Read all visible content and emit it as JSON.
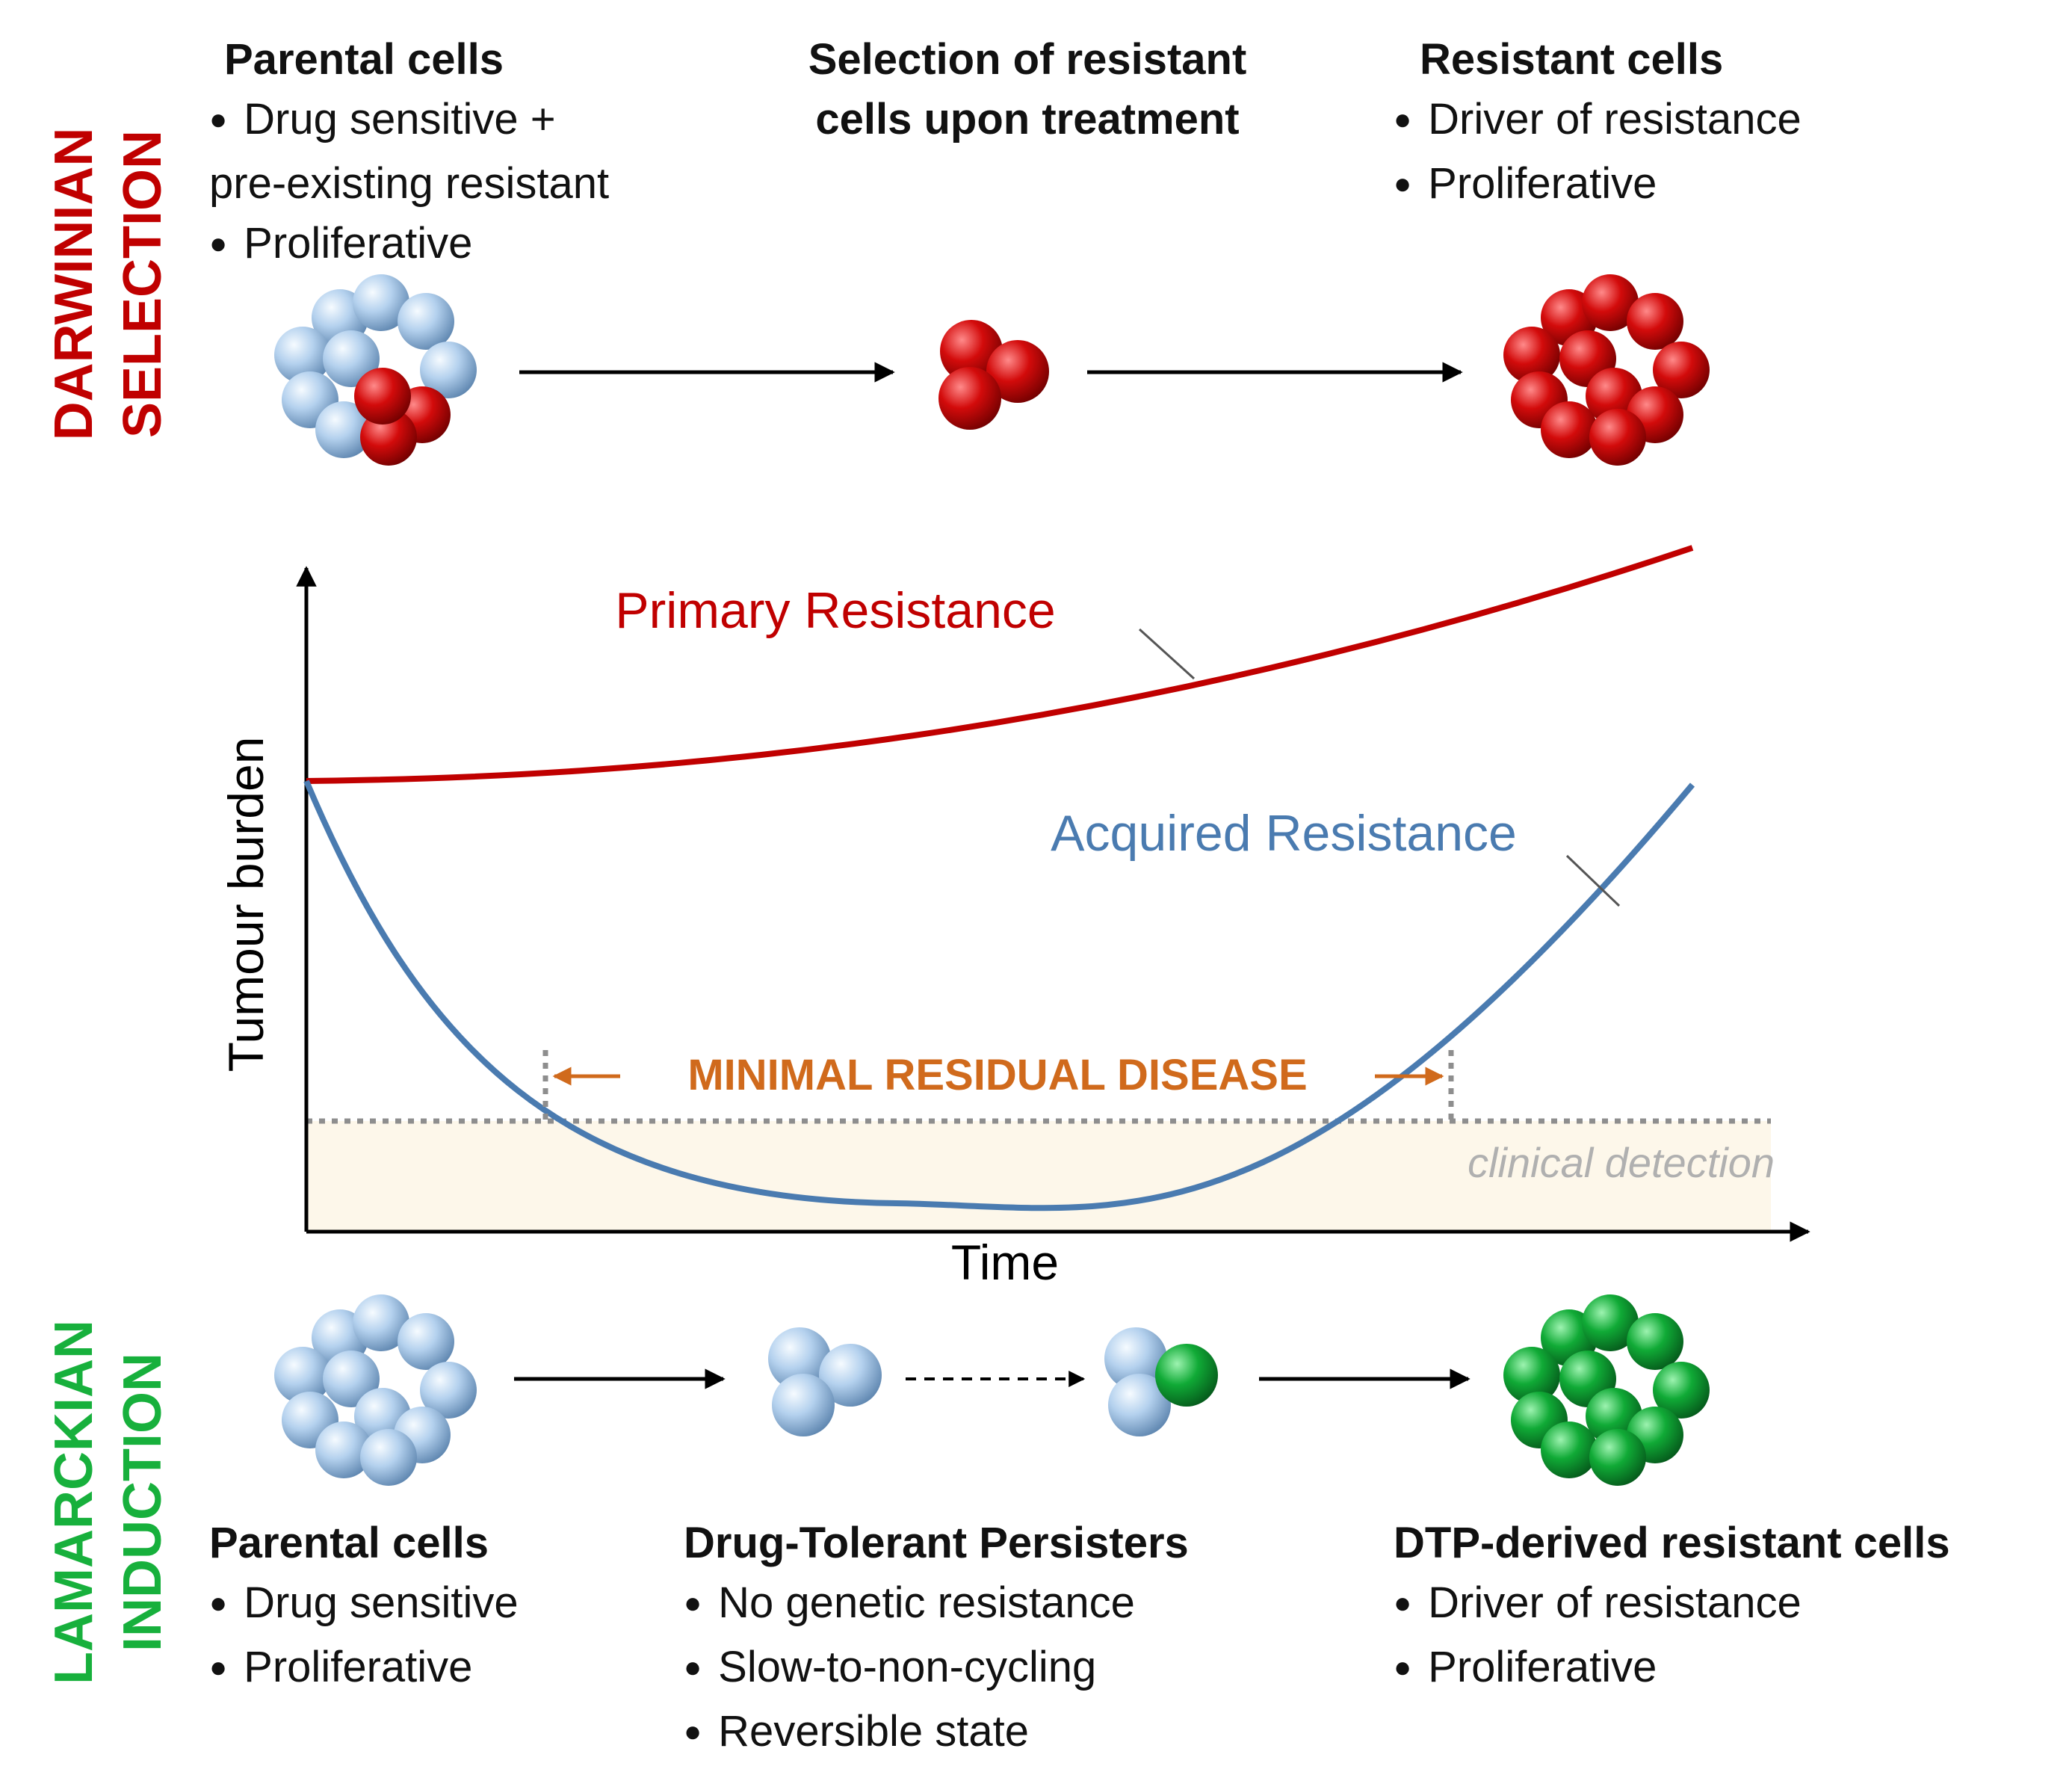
{
  "side_labels": {
    "darwinian": [
      "DARWINIAN",
      "SELECTION"
    ],
    "lamarckian": [
      "LAMARCKIAN",
      "INDUCTION"
    ]
  },
  "top": {
    "parental": {
      "title": "Parental cells",
      "bullet1": "Drug sensitive  +",
      "bullet1_cont": "pre-existing  resistant",
      "bullet2": "Proliferative"
    },
    "selection": {
      "line1": "Selection  of resistant",
      "line2": "cells  upon treatment"
    },
    "resistant": {
      "title": "Resistant cells",
      "bullets": [
        "Driver of resistance",
        "Proliferative"
      ]
    }
  },
  "chart": {
    "ylabel": "Tumour burden",
    "xlabel": "Time",
    "primary_label": "Primary Resistance",
    "acquired_label": "Acquired Resistance",
    "mrd_label": "MINIMAL  RESIDUAL  DISEASE",
    "clinical_label": "clinical detection"
  },
  "bottom": {
    "parental": {
      "title": "Parental cells",
      "bullets": [
        "Drug sensitive",
        "Proliferative"
      ]
    },
    "dtp": {
      "title": "Drug-Tolerant Persisters",
      "bullets": [
        "No genetic resistance",
        "Slow-to-non-cycling",
        "Reversible  state"
      ]
    },
    "derived": {
      "title": "DTP-derived resistant cells",
      "bullets": [
        "Driver of resistance",
        "Proliferative"
      ]
    }
  },
  "colors": {
    "red": "#c00000",
    "blue": "#4a7bb0",
    "green": "#17b03c",
    "orange": "#d06a1c",
    "detection_fill": "#fdf7ea",
    "cell_blue": "#a9c9ea",
    "cell_red": "#d30b0b",
    "cell_green": "#0ea334"
  }
}
